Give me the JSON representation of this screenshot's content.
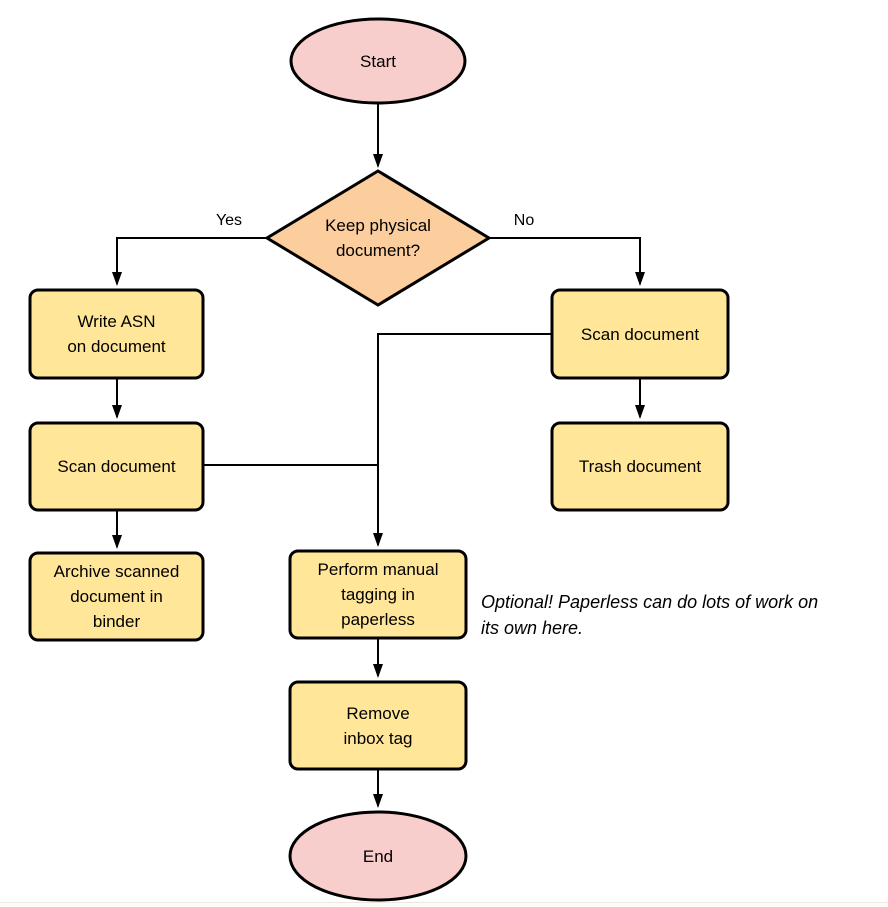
{
  "nodes": {
    "start": {
      "label": "Start"
    },
    "decision": {
      "label": "Keep physical\ndocument?"
    },
    "write_asn": {
      "label": "Write ASN\non document"
    },
    "scan_left": {
      "label": "Scan document"
    },
    "archive": {
      "label": "Archive scanned\ndocument in\nbinder"
    },
    "scan_right": {
      "label": "Scan document"
    },
    "trash": {
      "label": "Trash document"
    },
    "tagging": {
      "label": "Perform manual\ntagging in\npaperless"
    },
    "remove_inbox": {
      "label": "Remove\ninbox tag"
    },
    "end": {
      "label": "End"
    }
  },
  "edge_labels": {
    "yes": "Yes",
    "no": "No"
  },
  "note": {
    "text": "Optional! Paperless can do lots of work on\nits own here."
  },
  "colors": {
    "terminal_fill": "#f8cecc",
    "decision_fill": "#fccd9d",
    "process_fill": "#ffe699",
    "stroke": "#000000"
  }
}
